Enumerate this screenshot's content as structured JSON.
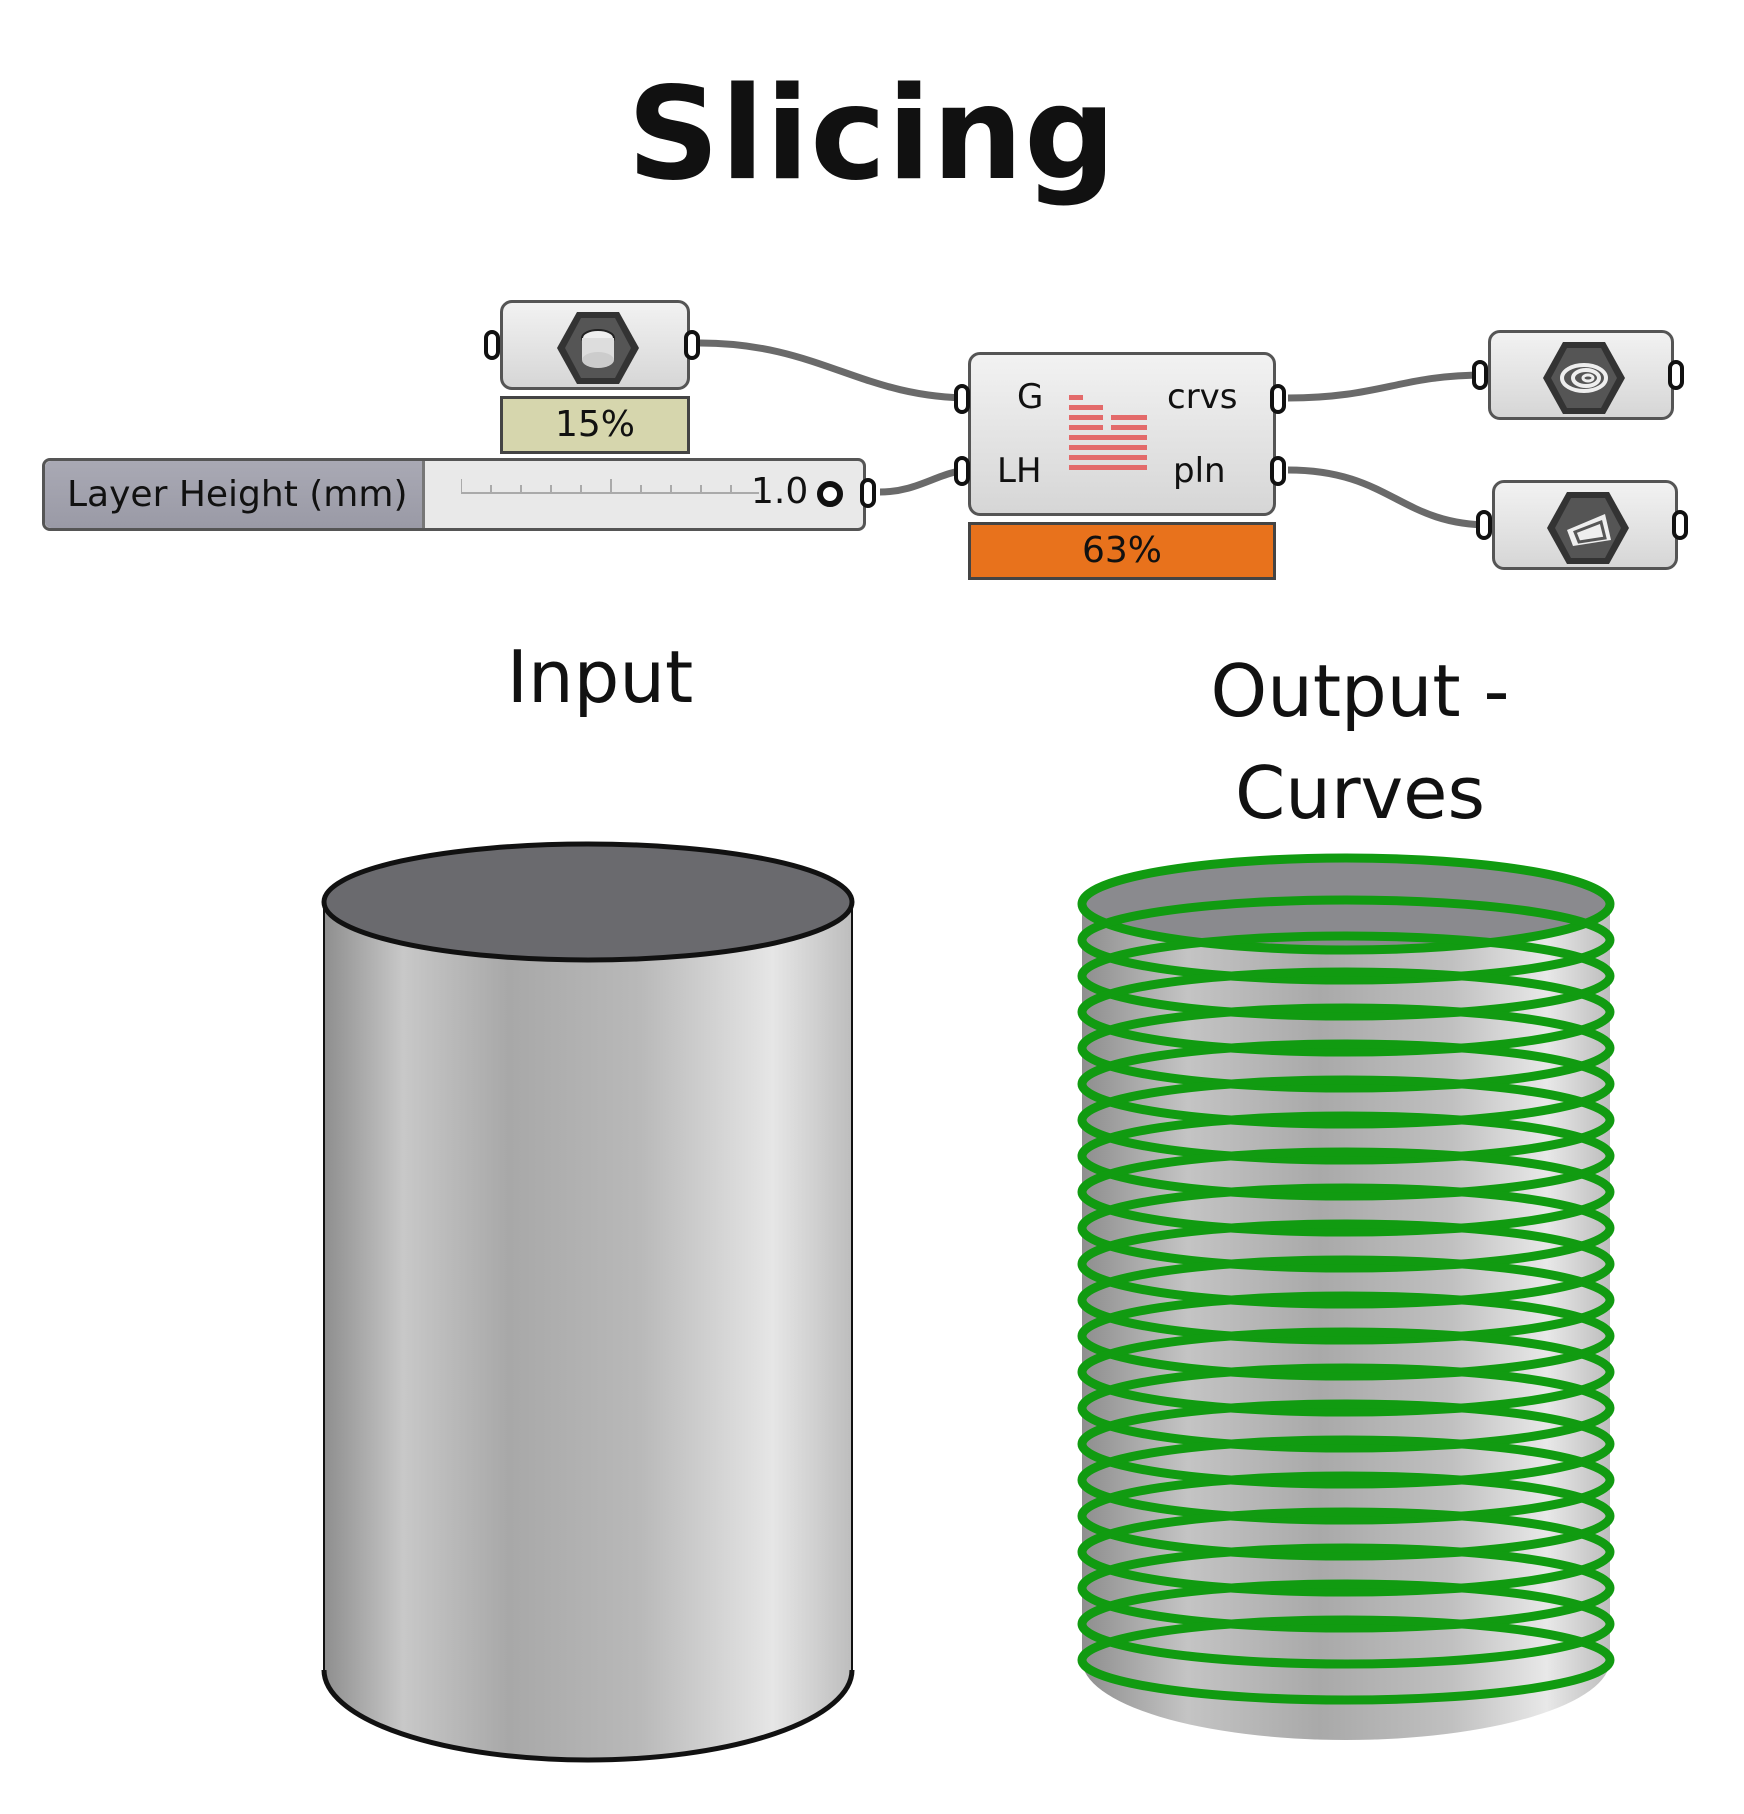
{
  "title": "Slicing",
  "definition": {
    "geometry_param": {
      "icon": "cylinder-hex-icon",
      "profiler": "15%"
    },
    "layer_height_slider": {
      "label": "Layer Height (mm)",
      "value": "1.0"
    },
    "slice_component": {
      "inputs": [
        "G",
        "LH"
      ],
      "outputs": [
        "crvs",
        "pln"
      ],
      "icon": "slice-bars-icon",
      "profiler": "63%",
      "profiler_color": "#e8721c"
    },
    "curves_param": {
      "icon": "spiral-hex-icon"
    },
    "planes_param": {
      "icon": "plane-hex-icon"
    }
  },
  "input_heading": "Input",
  "output_heading": "Output -\nCurves",
  "colors": {
    "curve_green": "#119b11",
    "profiler_gray": "#d6d6ad",
    "wire": "#6a6a6a"
  }
}
